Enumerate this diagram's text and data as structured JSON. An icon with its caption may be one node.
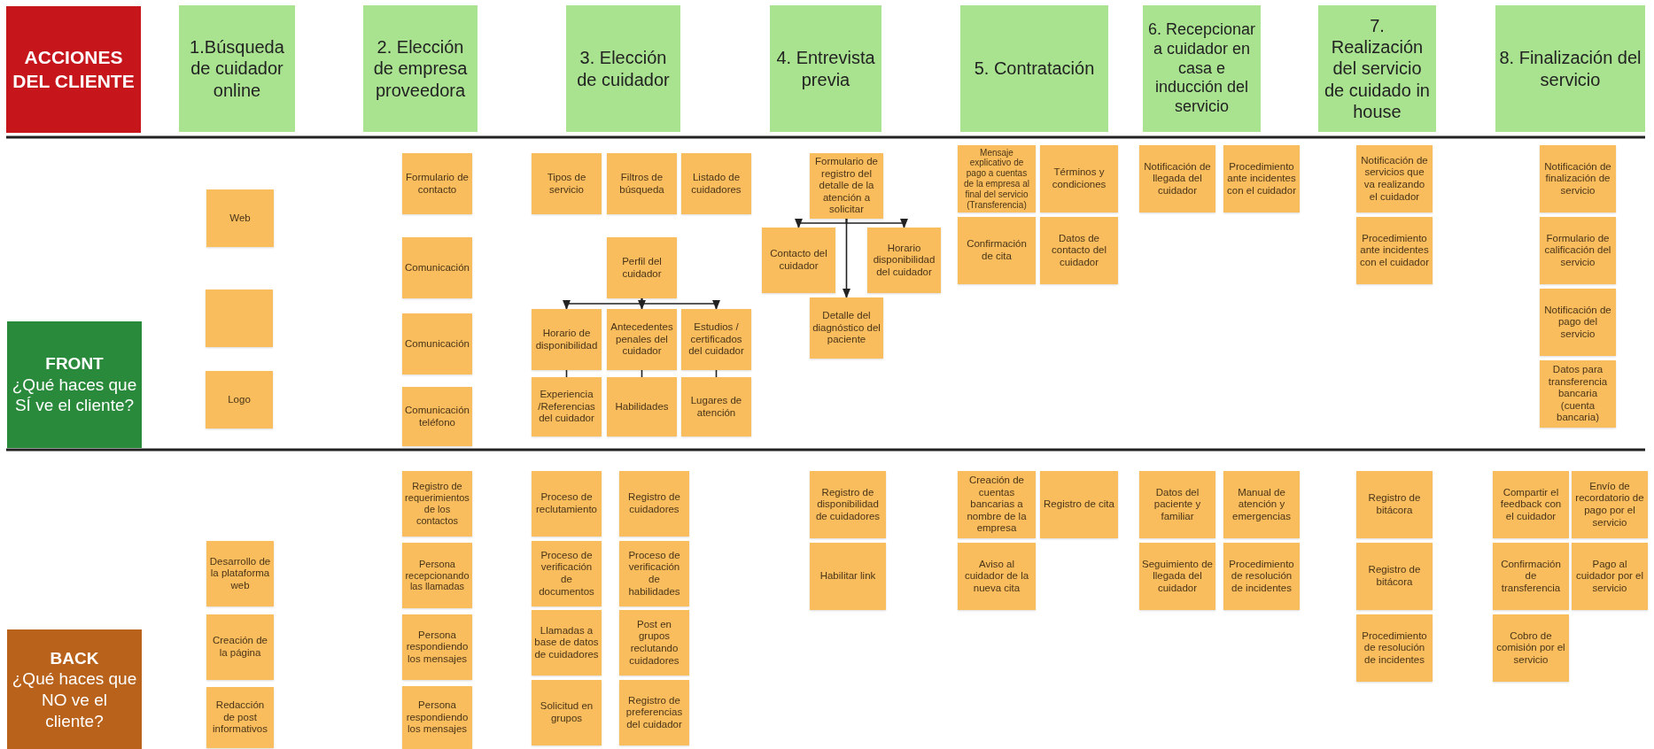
{
  "diagram": {
    "nodes": [
      {
        "text": [
          "ACCIONES DEL CLIENTE"
        ]
      },
      {
        "text": [
          "1.Búsqueda de cuidador online"
        ]
      },
      {
        "text": [
          "2. Elección de empresa proveedora"
        ]
      },
      {
        "text": [
          "3. Elección de cuidador"
        ]
      },
      {
        "text": [
          "4. Entrevista previa"
        ]
      },
      {
        "text": [
          "5. Contratación"
        ]
      },
      {
        "text": [
          "6. Recepcionar a cuidador en casa e inducción del servicio"
        ]
      },
      {
        "text": [
          "7. Realización del servicio de cuidado in house"
        ]
      },
      {
        "text": [
          "8. Finalización del servicio"
        ]
      },
      {
        "text": [
          "FRONT",
          "¿Qué haces que SÍ ve el cliente?"
        ]
      },
      {
        "text": [
          "Web"
        ]
      },
      {
        "text": [],
        "shape": "box"
      },
      {
        "text": [
          "Logo"
        ]
      },
      {
        "text": [
          "Formulario de contacto"
        ]
      },
      {
        "text": [
          "Comunicación"
        ]
      },
      {
        "text": [
          "Comunicación"
        ]
      },
      {
        "text": [
          "Comunicación teléfono"
        ]
      },
      {
        "text": [
          "Tipos de servicio"
        ]
      },
      {
        "text": [
          "Filtros de búsqueda"
        ]
      },
      {
        "text": [
          "Listado de cuidadores"
        ]
      },
      {
        "text": [
          "Perfil del cuidador"
        ]
      },
      {
        "text": [
          "Horario de disponibilidad"
        ]
      },
      {
        "text": [
          "Antecedentes penales del cuidador"
        ]
      },
      {
        "text": [
          "Estudios / certificados del cuidador"
        ]
      },
      {
        "text": [
          "Experiencia /Referencias del cuidador"
        ]
      },
      {
        "text": [
          "Habilidades"
        ]
      },
      {
        "text": [
          "Lugares de atención"
        ]
      },
      {
        "text": [
          "Formulario de registro del detalle de la atención a solicitar"
        ]
      },
      {
        "text": [
          "Contacto del cuidador"
        ]
      },
      {
        "text": [
          "Horario disponibilidad del cuidador"
        ]
      },
      {
        "text": [
          "Detalle del diagnóstico del paciente"
        ]
      },
      {
        "text": [
          "Mensaje explicativo de pago a cuentas de la empresa al final del servicio (Transferencia)"
        ]
      },
      {
        "text": [
          "Términos y condiciones"
        ]
      },
      {
        "text": [
          "Confirmación de cita"
        ]
      },
      {
        "text": [
          "Datos de contacto del cuidador"
        ]
      },
      {
        "text": [
          "Notificación de llegada del cuidador"
        ]
      },
      {
        "text": [
          "Procedimiento ante incidentes con el cuidador"
        ]
      },
      {
        "text": [
          "Notificación de servicios que va realizando el cuidador"
        ]
      },
      {
        "text": [
          "Procedimiento ante incidentes con el cuidador"
        ]
      },
      {
        "text": [
          "Notificación de finalización de servicio"
        ]
      },
      {
        "text": [
          "Formulario de calificación del servicio"
        ]
      },
      {
        "text": [
          "Notificación de pago del servicio"
        ]
      },
      {
        "text": [
          "Datos para transferencia bancaria (cuenta bancaria)"
        ]
      },
      {
        "text": [
          "BACK",
          "¿Qué haces que NO ve el cliente?"
        ]
      },
      {
        "text": [
          "Desarrollo de la plataforma web"
        ]
      },
      {
        "text": [
          "Creación de la página"
        ]
      },
      {
        "text": [
          "Redacción de post informativos"
        ]
      },
      {
        "text": [
          "Registro de requerimientos de los contactos"
        ]
      },
      {
        "text": [
          "Persona recepcionando las llamadas"
        ]
      },
      {
        "text": [
          "Persona respondiendo los mensajes"
        ]
      },
      {
        "text": [
          "Persona respondiendo los mensajes"
        ]
      },
      {
        "text": [
          "Proceso de reclutamiento"
        ]
      },
      {
        "text": [
          "Registro de cuidadores"
        ]
      },
      {
        "text": [
          "Proceso de verificación de documentos"
        ]
      },
      {
        "text": [
          "Proceso de verificación de habilidades"
        ]
      },
      {
        "text": [
          "Llamadas a base de datos de cuidadores"
        ]
      },
      {
        "text": [
          "Post en grupos reclutando cuidadores"
        ]
      },
      {
        "text": [
          "Solicitud en grupos"
        ]
      },
      {
        "text": [
          "Registro de preferencias del cuidador"
        ]
      },
      {
        "text": [
          "Registro de disponibilidad de cuidadores"
        ]
      },
      {
        "text": [
          "Habilitar link"
        ]
      },
      {
        "text": [
          "Creación de cuentas bancarias a nombre de la empresa"
        ]
      },
      {
        "text": [
          "Registro de cita"
        ]
      },
      {
        "text": [
          "Aviso al cuidador de la nueva cita"
        ]
      },
      {
        "text": [
          "Datos del paciente y familiar"
        ]
      },
      {
        "text": [
          "Manual de atención y emergencias"
        ]
      },
      {
        "text": [
          "Seguimiento de llegada del cuidador"
        ]
      },
      {
        "text": [
          "Procedimiento de resolución de incidentes"
        ]
      },
      {
        "text": [
          "Registro de bitácora"
        ]
      },
      {
        "text": [
          "Registro de bitácora"
        ]
      },
      {
        "text": [
          "Procedimiento de resolución de incidentes"
        ]
      },
      {
        "text": [
          "Compartir el feedback con el cuidador"
        ]
      },
      {
        "text": [
          "Envío de recordatorio de pago por el servicio"
        ]
      },
      {
        "text": [
          "Confirmación de transferencia"
        ]
      },
      {
        "text": [
          "Pago al cuidador por el servicio"
        ]
      },
      {
        "text": [
          "Cobro de comisión por el servicio"
        ]
      }
    ],
    "edges": [
      {
        "from": 20,
        "to": 21,
        "arrow": "to"
      },
      {
        "from": 20,
        "to": 22,
        "arrow": "to"
      },
      {
        "from": 20,
        "to": 23,
        "arrow": "to"
      },
      {
        "from": 21,
        "to": 24,
        "arrow": "none"
      },
      {
        "from": 22,
        "to": 25,
        "arrow": "none"
      },
      {
        "from": 23,
        "to": 26,
        "arrow": "none"
      },
      {
        "from": 27,
        "to": 28,
        "arrow": "to"
      },
      {
        "from": 27,
        "to": 29,
        "arrow": "to"
      },
      {
        "from": 27,
        "to": 30,
        "arrow": "to"
      }
    ]
  }
}
